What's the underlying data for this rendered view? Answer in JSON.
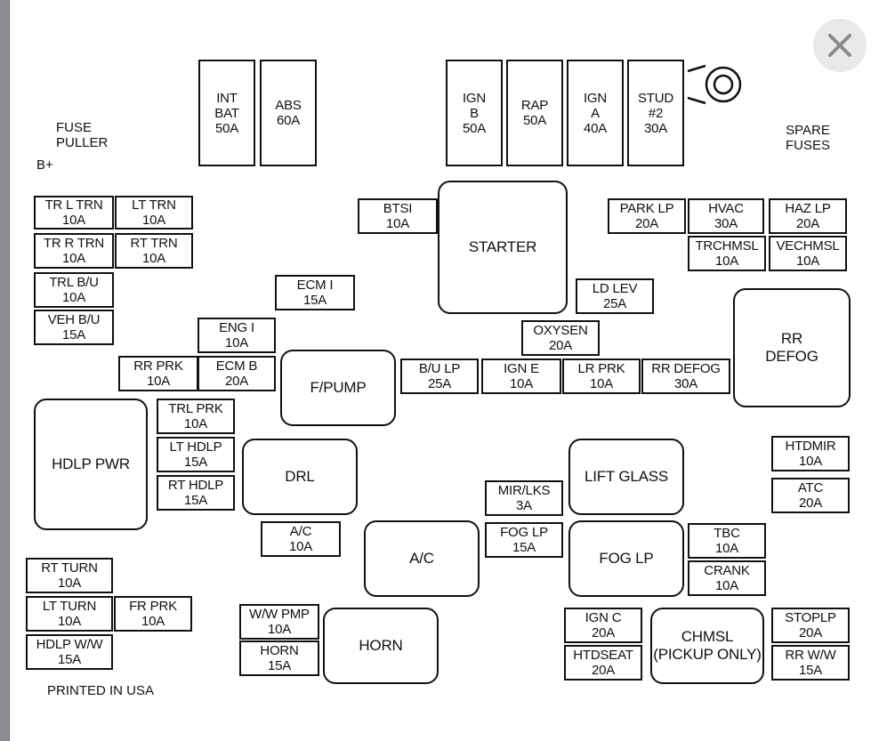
{
  "colors": {
    "line": "#111111",
    "paper": "#ffffff",
    "frame": "#8a8d92",
    "close_bg": "#e9e9ea",
    "close_x": "#8a8a8a"
  },
  "close_icon": "close-icon",
  "labels": {
    "fuse_puller": [
      "FUSE",
      "PULLER"
    ],
    "b_plus": "B+",
    "spare_fuses": [
      "SPARE",
      "FUSES"
    ],
    "printed": "PRINTED IN USA"
  },
  "fuses": [
    {
      "id": "int-bat",
      "lines": [
        "INT",
        "BAT",
        "50A"
      ]
    },
    {
      "id": "abs",
      "lines": [
        "ABS",
        "60A"
      ]
    },
    {
      "id": "ign-b",
      "lines": [
        "IGN",
        "B",
        "50A"
      ]
    },
    {
      "id": "rap",
      "lines": [
        "RAP",
        "50A"
      ]
    },
    {
      "id": "ign-a",
      "lines": [
        "IGN",
        "A",
        "40A"
      ]
    },
    {
      "id": "stud-2",
      "lines": [
        "STUD",
        "#2",
        "30A"
      ]
    },
    {
      "id": "tr-l-trn",
      "lines": [
        "TR L TRN",
        "10A"
      ]
    },
    {
      "id": "lt-trn",
      "lines": [
        "LT TRN",
        "10A"
      ]
    },
    {
      "id": "tr-r-trn",
      "lines": [
        "TR R TRN",
        "10A"
      ]
    },
    {
      "id": "rt-trn",
      "lines": [
        "RT TRN",
        "10A"
      ]
    },
    {
      "id": "trl-bu",
      "lines": [
        "TRL B/U",
        "10A"
      ]
    },
    {
      "id": "veh-bu",
      "lines": [
        "VEH B/U",
        "15A"
      ]
    },
    {
      "id": "btsi",
      "lines": [
        "BTSI",
        "10A"
      ]
    },
    {
      "id": "starter",
      "lines": [
        "STARTER"
      ]
    },
    {
      "id": "park-lp",
      "lines": [
        "PARK LP",
        "20A"
      ]
    },
    {
      "id": "hvac",
      "lines": [
        "HVAC",
        "30A"
      ]
    },
    {
      "id": "haz-lp",
      "lines": [
        "HAZ LP",
        "20A"
      ]
    },
    {
      "id": "trchmsl",
      "lines": [
        "TRCHMSL",
        "10A"
      ]
    },
    {
      "id": "vechmsl",
      "lines": [
        "VECHMSL",
        "10A"
      ]
    },
    {
      "id": "ecm-i",
      "lines": [
        "ECM I",
        "15A"
      ]
    },
    {
      "id": "ld-lev",
      "lines": [
        "LD LEV",
        "25A"
      ]
    },
    {
      "id": "rr-defog-relay",
      "lines": [
        "RR",
        "DEFOG"
      ]
    },
    {
      "id": "eng-i",
      "lines": [
        "ENG I",
        "10A"
      ]
    },
    {
      "id": "oxysen",
      "lines": [
        "OXYSEN",
        "20A"
      ]
    },
    {
      "id": "rr-prk",
      "lines": [
        "RR PRK",
        "10A"
      ]
    },
    {
      "id": "ecm-b",
      "lines": [
        "ECM B",
        "20A"
      ]
    },
    {
      "id": "f-pump",
      "lines": [
        "F/PUMP"
      ]
    },
    {
      "id": "bu-lp",
      "lines": [
        "B/U LP",
        "25A"
      ]
    },
    {
      "id": "ign-e",
      "lines": [
        "IGN E",
        "10A"
      ]
    },
    {
      "id": "lr-prk",
      "lines": [
        "LR PRK",
        "10A"
      ]
    },
    {
      "id": "rr-defog-fuse",
      "lines": [
        "RR DEFOG",
        "30A"
      ]
    },
    {
      "id": "hdlp-pwr",
      "lines": [
        "HDLP PWR"
      ]
    },
    {
      "id": "trl-prk",
      "lines": [
        "TRL PRK",
        "10A"
      ]
    },
    {
      "id": "lt-hdlp",
      "lines": [
        "LT HDLP",
        "15A"
      ]
    },
    {
      "id": "rt-hdlp",
      "lines": [
        "RT HDLP",
        "15A"
      ]
    },
    {
      "id": "drl",
      "lines": [
        "DRL"
      ]
    },
    {
      "id": "lift-glass",
      "lines": [
        "LIFT GLASS"
      ]
    },
    {
      "id": "htdmir",
      "lines": [
        "HTDMIR",
        "10A"
      ]
    },
    {
      "id": "mir-lks",
      "lines": [
        "MIR/LKS",
        "3A"
      ]
    },
    {
      "id": "atc",
      "lines": [
        "ATC",
        "20A"
      ]
    },
    {
      "id": "ac-fuse",
      "lines": [
        "A/C",
        "10A"
      ]
    },
    {
      "id": "ac-relay",
      "lines": [
        "A/C"
      ]
    },
    {
      "id": "fog-lp-fuse",
      "lines": [
        "FOG LP",
        "15A"
      ]
    },
    {
      "id": "fog-lp-relay",
      "lines": [
        "FOG LP"
      ]
    },
    {
      "id": "tbc",
      "lines": [
        "TBC",
        "10A"
      ]
    },
    {
      "id": "crank",
      "lines": [
        "CRANK",
        "10A"
      ]
    },
    {
      "id": "rt-turn",
      "lines": [
        "RT TURN",
        "10A"
      ]
    },
    {
      "id": "lt-turn",
      "lines": [
        "LT TURN",
        "10A"
      ]
    },
    {
      "id": "fr-prk",
      "lines": [
        "FR PRK",
        "10A"
      ]
    },
    {
      "id": "hdlp-ww",
      "lines": [
        "HDLP W/W",
        "15A"
      ]
    },
    {
      "id": "ww-pmp",
      "lines": [
        "W/W PMP",
        "10A"
      ]
    },
    {
      "id": "horn-fuse",
      "lines": [
        "HORN",
        "15A"
      ]
    },
    {
      "id": "horn-relay",
      "lines": [
        "HORN"
      ]
    },
    {
      "id": "ign-c",
      "lines": [
        "IGN C",
        "20A"
      ]
    },
    {
      "id": "htdseat",
      "lines": [
        "HTDSEAT",
        "20A"
      ]
    },
    {
      "id": "chmsl",
      "lines": [
        "CHMSL",
        "(PICKUP ONLY)"
      ]
    },
    {
      "id": "stoplp",
      "lines": [
        "STOPLP",
        "20A"
      ]
    },
    {
      "id": "rr-ww",
      "lines": [
        "RR W/W",
        "15A"
      ]
    }
  ]
}
